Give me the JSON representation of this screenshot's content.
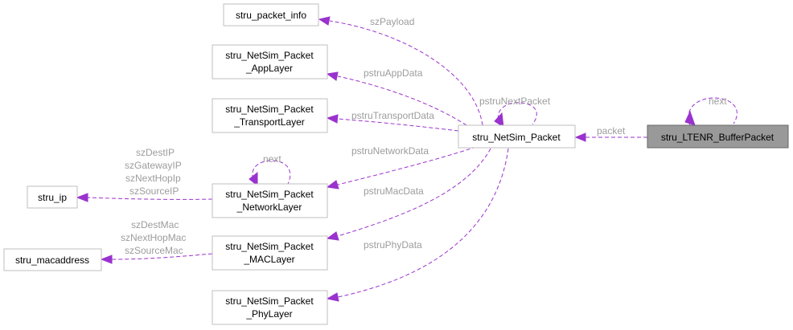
{
  "colors": {
    "edge": "#9a32cd",
    "edge_label": "#9c9c9c",
    "node_border": "#bfbfbf",
    "root_fill": "#999999"
  },
  "nodes": {
    "buffer_packet": "stru_LTENR_BufferPacket",
    "netsim_packet": "stru_NetSim_Packet",
    "packet_info": "stru_packet_info",
    "app_layer": [
      "stru_NetSim_Packet",
      "_AppLayer"
    ],
    "transport_layer": [
      "stru_NetSim_Packet",
      "_TransportLayer"
    ],
    "network_layer": [
      "stru_NetSim_Packet",
      "_NetworkLayer"
    ],
    "mac_layer": [
      "stru_NetSim_Packet",
      "_MACLayer"
    ],
    "phy_layer": [
      "stru_NetSim_Packet",
      "_PhyLayer"
    ],
    "ip": "stru_ip",
    "macaddress": "stru_macaddress"
  },
  "edge_labels": {
    "buffer_next": "next",
    "packet": "packet",
    "packet_next": "pstruNextPacket",
    "payload": "szPayload",
    "app_data": "pstruAppData",
    "transport_data": "pstruTransportData",
    "network_data": "pstruNetworkData",
    "mac_data": "pstruMacData",
    "phy_data": "pstruPhyData",
    "network_next": "next",
    "ip_fields": [
      "szDestIP",
      "szGatewayIP",
      "szNextHopIp",
      "szSourceIP"
    ],
    "mac_fields": [
      "szDestMac",
      "szNextHopMac",
      "szSourceMac"
    ]
  }
}
